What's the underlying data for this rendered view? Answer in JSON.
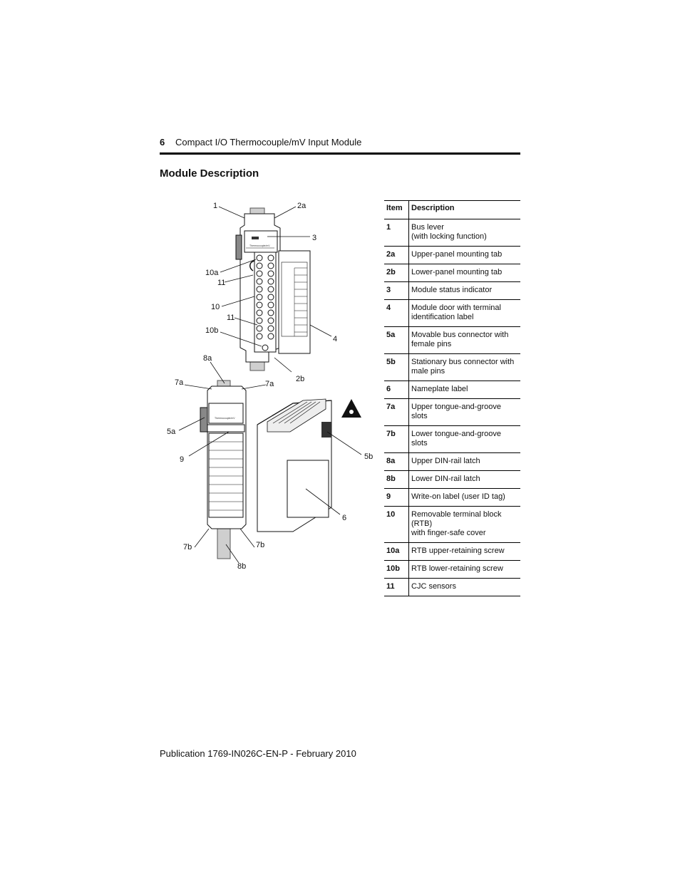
{
  "header": {
    "page_number": "6",
    "running_title": "Compact I/O Thermocouple/mV Input Module"
  },
  "section": {
    "title": "Module Description"
  },
  "figure": {
    "callouts": {
      "c1": "1",
      "c2a_top": "2a",
      "c3": "3",
      "c10a": "10a",
      "c11_top": "11",
      "c10": "10",
      "c11_mid": "11",
      "c10b": "10b",
      "c4": "4",
      "c8a": "8a",
      "c2b": "2b",
      "c7a_left": "7a",
      "c7a_right": "7a",
      "c5a": "5a",
      "c9": "9",
      "c5b": "5b",
      "c6": "6",
      "c7b_left": "7b",
      "c7b_right": "7b",
      "c8b": "8b"
    }
  },
  "table": {
    "headers": {
      "item": "Item",
      "description": "Description"
    },
    "rows": [
      {
        "item": "1",
        "desc": [
          "Bus lever",
          "(with locking function)"
        ]
      },
      {
        "item": "2a",
        "desc": [
          "Upper-panel mounting tab"
        ]
      },
      {
        "item": "2b",
        "desc": [
          "Lower-panel mounting tab"
        ]
      },
      {
        "item": "3",
        "desc": [
          "Module status indicator"
        ]
      },
      {
        "item": "4",
        "desc": [
          "Module door with terminal",
          "identification label"
        ]
      },
      {
        "item": "5a",
        "desc": [
          "Movable bus connector with",
          "female pins"
        ]
      },
      {
        "item": "5b",
        "desc": [
          "Stationary bus connector with",
          "male pins"
        ]
      },
      {
        "item": "6",
        "desc": [
          "Nameplate label"
        ]
      },
      {
        "item": "7a",
        "desc": [
          "Upper tongue-and-groove slots"
        ]
      },
      {
        "item": "7b",
        "desc": [
          "Lower tongue-and-groove slots"
        ]
      },
      {
        "item": "8a",
        "desc": [
          "Upper DIN-rail latch"
        ]
      },
      {
        "item": "8b",
        "desc": [
          "Lower DIN-rail latch"
        ]
      },
      {
        "item": "9",
        "desc": [
          "Write-on label (user ID tag)"
        ]
      },
      {
        "item": "10",
        "desc": [
          "Removable terminal block (RTB)",
          "with finger-safe cover"
        ]
      },
      {
        "item": "10a",
        "desc": [
          "RTB upper-retaining screw"
        ]
      },
      {
        "item": "10b",
        "desc": [
          "RTB lower-retaining screw"
        ]
      },
      {
        "item": "11",
        "desc": [
          "CJC sensors"
        ]
      }
    ]
  },
  "footer": {
    "publication": "Publication 1769-IN026C-EN-P - February 2010"
  }
}
